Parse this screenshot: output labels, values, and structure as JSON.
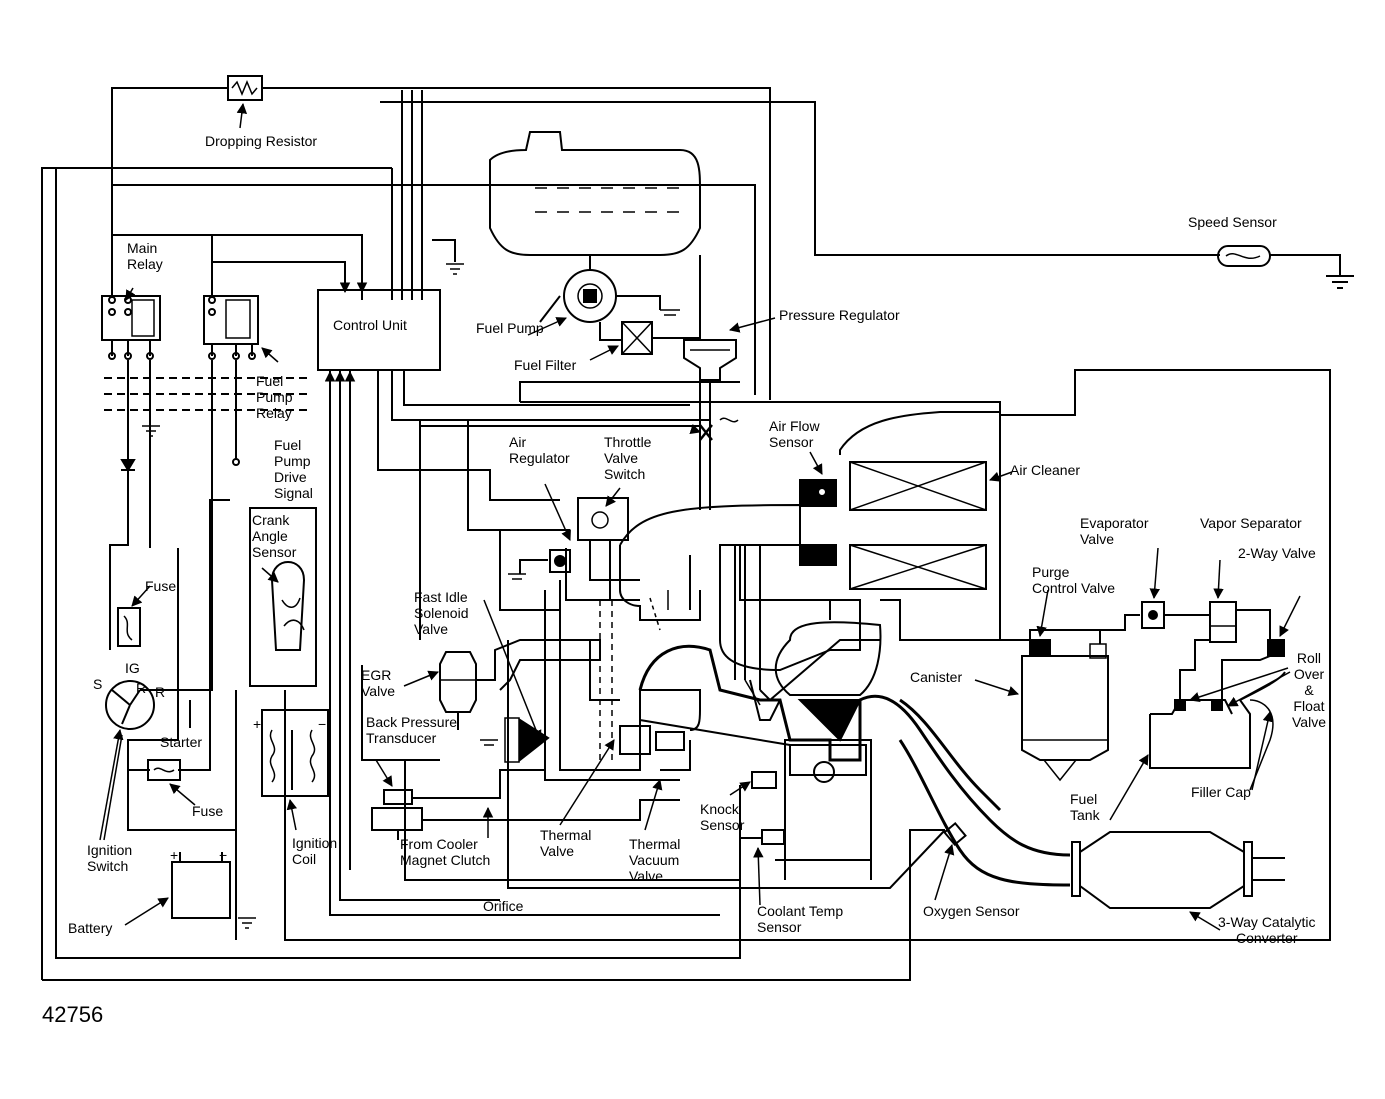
{
  "figure_number": "42756",
  "labels": {
    "dropping_resistor": "Dropping Resistor",
    "speed_sensor": "Speed Sensor",
    "main_relay": "Main\nRelay",
    "control_unit": "Control Unit",
    "fuel_pump": "Fuel Pump",
    "pressure_regulator": "Pressure Regulator",
    "fuel_filter": "Fuel Filter",
    "fuel_pump_relay": "Fuel\nPump\nRelay",
    "fuel_pump_drive_signal": "Fuel\nPump\nDrive\nSignal",
    "air_regulator": "Air\nRegulator",
    "throttle_valve_switch": "Throttle\nValve\nSwitch",
    "air_flow_sensor": "Air Flow\nSensor",
    "air_cleaner": "Air Cleaner",
    "crank_angle_sensor": "Crank\nAngle\nSensor",
    "fast_idle_solenoid_valve": "Fast Idle\nSolenoid\nValve",
    "evaporator_valve": "Evaporator\nValve",
    "vapor_separator": "Vapor Separator",
    "two_way_valve": "2-Way Valve",
    "purge_control_valve": "Purge\nControl Valve",
    "fuse_top": "Fuse",
    "egr_valve": "EGR\nValve",
    "canister": "Canister",
    "roll_over_float_valve": "Roll\nOver\n&\nFloat\nValve",
    "ig": "IG",
    "s": "S",
    "r1": "R",
    "r2": "R",
    "back_pressure_transducer": "Back Pressure\nTransducer",
    "starter": "Starter",
    "fuse_bottom": "Fuse",
    "knock_sensor": "Knock\nSensor",
    "thermal_valve": "Thermal\nValve",
    "thermal_vacuum_valve": "Thermal\nVacuum\nValve",
    "filler_cap": "Filler Cap",
    "fuel_tank": "Fuel\nTank",
    "ignition_switch": "Ignition\nSwitch",
    "ignition_coil": "Ignition\nCoil",
    "from_cooler_magnet_clutch": "From Cooler\nMagnet Clutch",
    "battery": "Battery",
    "orifice": "Orifice",
    "coolant_temp_sensor": "Coolant Temp\nSensor",
    "oxygen_sensor": "Oxygen Sensor",
    "three_way_catalytic_converter": "3-Way Catalytic\nConverter",
    "plus_battery": "+",
    "minus_battery": "−",
    "plus_coil": "+",
    "minus_coil": "−"
  }
}
